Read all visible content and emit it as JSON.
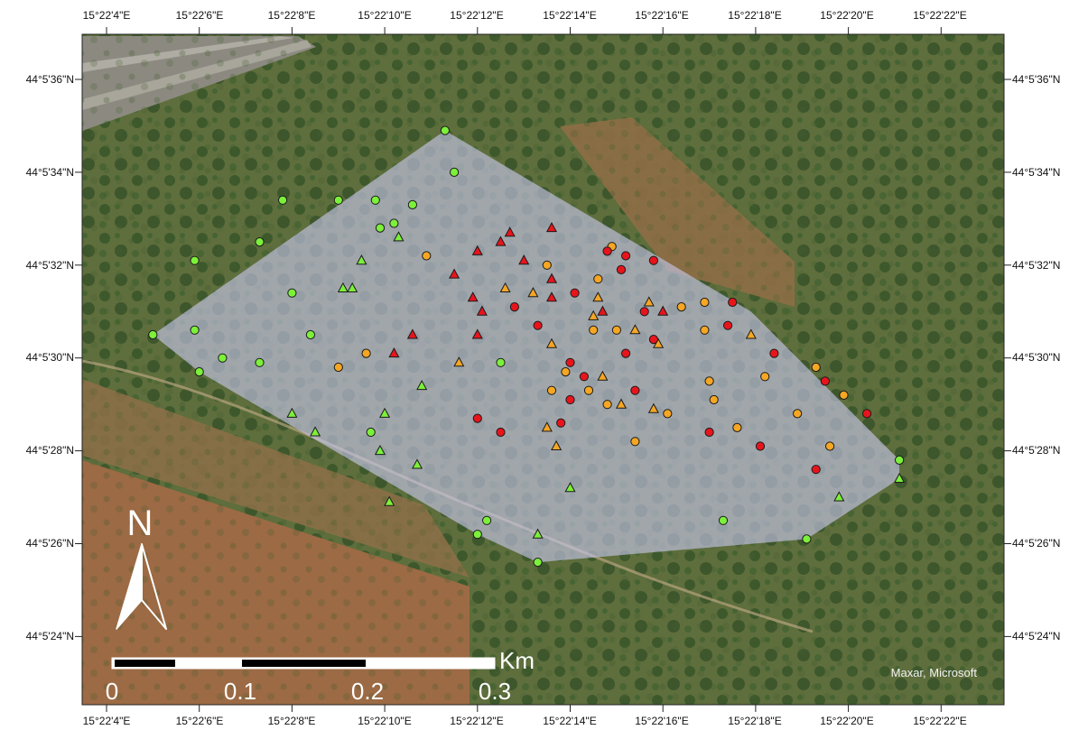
{
  "map": {
    "lon_labels": [
      "15°22'4\"E",
      "15°22'6\"E",
      "15°22'8\"E",
      "15°22'10\"E",
      "15°22'12\"E",
      "15°22'14\"E",
      "15°22'16\"E",
      "15°22'18\"E",
      "15°22'20\"E",
      "15°22'22\"E"
    ],
    "lat_labels": [
      "44°5'36\"N",
      "44°5'34\"N",
      "44°5'32\"N",
      "44°5'30\"N",
      "44°5'28\"N",
      "44°5'26\"N",
      "44°5'24\"N"
    ],
    "north_letter": "N",
    "scale_unit": "Km",
    "scale_ticks": [
      "0",
      "0.1",
      "0.2",
      "0.3"
    ],
    "credit": "Maxar, Microsoft",
    "colors": {
      "green": "#7cf03a",
      "orange": "#f5a623",
      "red": "#e8141c",
      "polygon": "#c9c8ef",
      "background": "#ffffff"
    },
    "basemap": "satellite imagery"
  },
  "points": [
    {
      "lon_s": 11.3,
      "lat_s": 34.9,
      "shape": "circle",
      "color": "green"
    },
    {
      "lon_s": 11.5,
      "lat_s": 34.0,
      "shape": "circle",
      "color": "green"
    },
    {
      "lon_s": 7.8,
      "lat_s": 33.4,
      "shape": "circle",
      "color": "green"
    },
    {
      "lon_s": 9.0,
      "lat_s": 33.4,
      "shape": "circle",
      "color": "green"
    },
    {
      "lon_s": 9.8,
      "lat_s": 33.4,
      "shape": "circle",
      "color": "green"
    },
    {
      "lon_s": 10.6,
      "lat_s": 33.3,
      "shape": "circle",
      "color": "green"
    },
    {
      "lon_s": 10.2,
      "lat_s": 32.9,
      "shape": "circle",
      "color": "green"
    },
    {
      "lon_s": 9.9,
      "lat_s": 32.8,
      "shape": "circle",
      "color": "green"
    },
    {
      "lon_s": 7.3,
      "lat_s": 32.5,
      "shape": "circle",
      "color": "green"
    },
    {
      "lon_s": 5.9,
      "lat_s": 32.1,
      "shape": "circle",
      "color": "green"
    },
    {
      "lon_s": 8.0,
      "lat_s": 31.4,
      "shape": "circle",
      "color": "green"
    },
    {
      "lon_s": 5.0,
      "lat_s": 30.5,
      "shape": "circle",
      "color": "green"
    },
    {
      "lon_s": 5.9,
      "lat_s": 30.6,
      "shape": "circle",
      "color": "green"
    },
    {
      "lon_s": 8.4,
      "lat_s": 30.5,
      "shape": "circle",
      "color": "green"
    },
    {
      "lon_s": 6.5,
      "lat_s": 30.0,
      "shape": "circle",
      "color": "green"
    },
    {
      "lon_s": 7.3,
      "lat_s": 29.9,
      "shape": "circle",
      "color": "green"
    },
    {
      "lon_s": 6.0,
      "lat_s": 29.7,
      "shape": "circle",
      "color": "green"
    },
    {
      "lon_s": 12.5,
      "lat_s": 29.9,
      "shape": "circle",
      "color": "green"
    },
    {
      "lon_s": 9.7,
      "lat_s": 28.4,
      "shape": "circle",
      "color": "green"
    },
    {
      "lon_s": 12.2,
      "lat_s": 26.5,
      "shape": "circle",
      "color": "green"
    },
    {
      "lon_s": 12.0,
      "lat_s": 26.2,
      "shape": "circle",
      "color": "green"
    },
    {
      "lon_s": 13.3,
      "lat_s": 25.6,
      "shape": "circle",
      "color": "green"
    },
    {
      "lon_s": 17.3,
      "lat_s": 26.5,
      "shape": "circle",
      "color": "green"
    },
    {
      "lon_s": 19.1,
      "lat_s": 26.1,
      "shape": "circle",
      "color": "green"
    },
    {
      "lon_s": 21.1,
      "lat_s": 27.8,
      "shape": "circle",
      "color": "green"
    },
    {
      "lon_s": 9.5,
      "lat_s": 32.1,
      "shape": "triangle",
      "color": "green"
    },
    {
      "lon_s": 10.3,
      "lat_s": 32.6,
      "shape": "triangle",
      "color": "green"
    },
    {
      "lon_s": 9.1,
      "lat_s": 31.5,
      "shape": "triangle",
      "color": "green"
    },
    {
      "lon_s": 9.3,
      "lat_s": 31.5,
      "shape": "triangle",
      "color": "green"
    },
    {
      "lon_s": 10.8,
      "lat_s": 29.4,
      "shape": "triangle",
      "color": "green"
    },
    {
      "lon_s": 8.0,
      "lat_s": 28.8,
      "shape": "triangle",
      "color": "green"
    },
    {
      "lon_s": 8.5,
      "lat_s": 28.4,
      "shape": "triangle",
      "color": "green"
    },
    {
      "lon_s": 10.0,
      "lat_s": 28.8,
      "shape": "triangle",
      "color": "green"
    },
    {
      "lon_s": 9.9,
      "lat_s": 28.0,
      "shape": "triangle",
      "color": "green"
    },
    {
      "lon_s": 10.7,
      "lat_s": 27.7,
      "shape": "triangle",
      "color": "green"
    },
    {
      "lon_s": 10.1,
      "lat_s": 26.9,
      "shape": "triangle",
      "color": "green"
    },
    {
      "lon_s": 13.3,
      "lat_s": 26.2,
      "shape": "triangle",
      "color": "green"
    },
    {
      "lon_s": 14.0,
      "lat_s": 27.2,
      "shape": "triangle",
      "color": "green"
    },
    {
      "lon_s": 19.8,
      "lat_s": 27.0,
      "shape": "triangle",
      "color": "green"
    },
    {
      "lon_s": 21.1,
      "lat_s": 27.4,
      "shape": "triangle",
      "color": "green"
    },
    {
      "lon_s": 10.9,
      "lat_s": 32.2,
      "shape": "circle",
      "color": "orange"
    },
    {
      "lon_s": 13.5,
      "lat_s": 32.0,
      "shape": "circle",
      "color": "orange"
    },
    {
      "lon_s": 14.9,
      "lat_s": 32.4,
      "shape": "circle",
      "color": "orange"
    },
    {
      "lon_s": 14.6,
      "lat_s": 31.7,
      "shape": "circle",
      "color": "orange"
    },
    {
      "lon_s": 16.4,
      "lat_s": 31.1,
      "shape": "circle",
      "color": "orange"
    },
    {
      "lon_s": 16.9,
      "lat_s": 31.2,
      "shape": "circle",
      "color": "orange"
    },
    {
      "lon_s": 14.5,
      "lat_s": 30.6,
      "shape": "circle",
      "color": "orange"
    },
    {
      "lon_s": 15.0,
      "lat_s": 30.6,
      "shape": "circle",
      "color": "orange"
    },
    {
      "lon_s": 16.9,
      "lat_s": 30.6,
      "shape": "circle",
      "color": "orange"
    },
    {
      "lon_s": 9.6,
      "lat_s": 30.1,
      "shape": "circle",
      "color": "orange"
    },
    {
      "lon_s": 9.0,
      "lat_s": 29.8,
      "shape": "circle",
      "color": "orange"
    },
    {
      "lon_s": 13.9,
      "lat_s": 29.7,
      "shape": "circle",
      "color": "orange"
    },
    {
      "lon_s": 13.6,
      "lat_s": 29.3,
      "shape": "circle",
      "color": "orange"
    },
    {
      "lon_s": 14.4,
      "lat_s": 29.3,
      "shape": "circle",
      "color": "orange"
    },
    {
      "lon_s": 17.0,
      "lat_s": 29.5,
      "shape": "circle",
      "color": "orange"
    },
    {
      "lon_s": 18.2,
      "lat_s": 29.6,
      "shape": "circle",
      "color": "orange"
    },
    {
      "lon_s": 19.3,
      "lat_s": 29.8,
      "shape": "circle",
      "color": "orange"
    },
    {
      "lon_s": 19.9,
      "lat_s": 29.2,
      "shape": "circle",
      "color": "orange"
    },
    {
      "lon_s": 14.8,
      "lat_s": 29.0,
      "shape": "circle",
      "color": "orange"
    },
    {
      "lon_s": 16.1,
      "lat_s": 28.8,
      "shape": "circle",
      "color": "orange"
    },
    {
      "lon_s": 17.1,
      "lat_s": 29.1,
      "shape": "circle",
      "color": "orange"
    },
    {
      "lon_s": 18.9,
      "lat_s": 28.8,
      "shape": "circle",
      "color": "orange"
    },
    {
      "lon_s": 17.6,
      "lat_s": 28.5,
      "shape": "circle",
      "color": "orange"
    },
    {
      "lon_s": 15.4,
      "lat_s": 28.2,
      "shape": "circle",
      "color": "orange"
    },
    {
      "lon_s": 19.6,
      "lat_s": 28.1,
      "shape": "circle",
      "color": "orange"
    },
    {
      "lon_s": 12.6,
      "lat_s": 31.5,
      "shape": "triangle",
      "color": "orange"
    },
    {
      "lon_s": 13.2,
      "lat_s": 31.4,
      "shape": "triangle",
      "color": "orange"
    },
    {
      "lon_s": 14.6,
      "lat_s": 31.3,
      "shape": "triangle",
      "color": "orange"
    },
    {
      "lon_s": 14.5,
      "lat_s": 30.9,
      "shape": "triangle",
      "color": "orange"
    },
    {
      "lon_s": 15.7,
      "lat_s": 31.2,
      "shape": "triangle",
      "color": "orange"
    },
    {
      "lon_s": 15.4,
      "lat_s": 30.6,
      "shape": "triangle",
      "color": "orange"
    },
    {
      "lon_s": 15.9,
      "lat_s": 30.3,
      "shape": "triangle",
      "color": "orange"
    },
    {
      "lon_s": 17.9,
      "lat_s": 30.5,
      "shape": "triangle",
      "color": "orange"
    },
    {
      "lon_s": 13.6,
      "lat_s": 30.3,
      "shape": "triangle",
      "color": "orange"
    },
    {
      "lon_s": 11.6,
      "lat_s": 29.9,
      "shape": "triangle",
      "color": "orange"
    },
    {
      "lon_s": 14.7,
      "lat_s": 29.6,
      "shape": "triangle",
      "color": "orange"
    },
    {
      "lon_s": 15.1,
      "lat_s": 29.0,
      "shape": "triangle",
      "color": "orange"
    },
    {
      "lon_s": 15.8,
      "lat_s": 28.9,
      "shape": "triangle",
      "color": "orange"
    },
    {
      "lon_s": 13.5,
      "lat_s": 28.5,
      "shape": "triangle",
      "color": "orange"
    },
    {
      "lon_s": 13.7,
      "lat_s": 28.1,
      "shape": "triangle",
      "color": "orange"
    },
    {
      "lon_s": 14.8,
      "lat_s": 32.3,
      "shape": "circle",
      "color": "red"
    },
    {
      "lon_s": 15.2,
      "lat_s": 32.2,
      "shape": "circle",
      "color": "red"
    },
    {
      "lon_s": 15.1,
      "lat_s": 31.9,
      "shape": "circle",
      "color": "red"
    },
    {
      "lon_s": 15.8,
      "lat_s": 32.1,
      "shape": "circle",
      "color": "red"
    },
    {
      "lon_s": 14.1,
      "lat_s": 31.4,
      "shape": "circle",
      "color": "red"
    },
    {
      "lon_s": 12.8,
      "lat_s": 31.1,
      "shape": "circle",
      "color": "red"
    },
    {
      "lon_s": 15.6,
      "lat_s": 31.0,
      "shape": "circle",
      "color": "red"
    },
    {
      "lon_s": 17.5,
      "lat_s": 31.2,
      "shape": "circle",
      "color": "red"
    },
    {
      "lon_s": 13.3,
      "lat_s": 30.7,
      "shape": "circle",
      "color": "red"
    },
    {
      "lon_s": 17.4,
      "lat_s": 30.7,
      "shape": "circle",
      "color": "red"
    },
    {
      "lon_s": 15.8,
      "lat_s": 30.4,
      "shape": "circle",
      "color": "red"
    },
    {
      "lon_s": 15.2,
      "lat_s": 30.1,
      "shape": "circle",
      "color": "red"
    },
    {
      "lon_s": 18.4,
      "lat_s": 30.1,
      "shape": "circle",
      "color": "red"
    },
    {
      "lon_s": 14.0,
      "lat_s": 29.9,
      "shape": "circle",
      "color": "red"
    },
    {
      "lon_s": 14.3,
      "lat_s": 29.6,
      "shape": "circle",
      "color": "red"
    },
    {
      "lon_s": 19.5,
      "lat_s": 29.5,
      "shape": "circle",
      "color": "red"
    },
    {
      "lon_s": 14.0,
      "lat_s": 29.1,
      "shape": "circle",
      "color": "red"
    },
    {
      "lon_s": 15.4,
      "lat_s": 29.3,
      "shape": "circle",
      "color": "red"
    },
    {
      "lon_s": 20.4,
      "lat_s": 28.8,
      "shape": "circle",
      "color": "red"
    },
    {
      "lon_s": 12.0,
      "lat_s": 28.7,
      "shape": "circle",
      "color": "red"
    },
    {
      "lon_s": 13.8,
      "lat_s": 28.6,
      "shape": "circle",
      "color": "red"
    },
    {
      "lon_s": 12.5,
      "lat_s": 28.4,
      "shape": "circle",
      "color": "red"
    },
    {
      "lon_s": 17.0,
      "lat_s": 28.4,
      "shape": "circle",
      "color": "red"
    },
    {
      "lon_s": 18.1,
      "lat_s": 28.1,
      "shape": "circle",
      "color": "red"
    },
    {
      "lon_s": 19.3,
      "lat_s": 27.6,
      "shape": "circle",
      "color": "red"
    },
    {
      "lon_s": 12.7,
      "lat_s": 32.7,
      "shape": "triangle",
      "color": "red"
    },
    {
      "lon_s": 13.6,
      "lat_s": 32.8,
      "shape": "triangle",
      "color": "red"
    },
    {
      "lon_s": 12.5,
      "lat_s": 32.5,
      "shape": "triangle",
      "color": "red"
    },
    {
      "lon_s": 12.0,
      "lat_s": 32.3,
      "shape": "triangle",
      "color": "red"
    },
    {
      "lon_s": 13.0,
      "lat_s": 32.1,
      "shape": "triangle",
      "color": "red"
    },
    {
      "lon_s": 11.5,
      "lat_s": 31.8,
      "shape": "triangle",
      "color": "red"
    },
    {
      "lon_s": 13.6,
      "lat_s": 31.7,
      "shape": "triangle",
      "color": "red"
    },
    {
      "lon_s": 11.9,
      "lat_s": 31.3,
      "shape": "triangle",
      "color": "red"
    },
    {
      "lon_s": 13.6,
      "lat_s": 31.3,
      "shape": "triangle",
      "color": "red"
    },
    {
      "lon_s": 12.1,
      "lat_s": 31.0,
      "shape": "triangle",
      "color": "red"
    },
    {
      "lon_s": 14.7,
      "lat_s": 31.0,
      "shape": "triangle",
      "color": "red"
    },
    {
      "lon_s": 16.0,
      "lat_s": 31.0,
      "shape": "triangle",
      "color": "red"
    },
    {
      "lon_s": 10.6,
      "lat_s": 30.5,
      "shape": "triangle",
      "color": "red"
    },
    {
      "lon_s": 12.0,
      "lat_s": 30.5,
      "shape": "triangle",
      "color": "red"
    },
    {
      "lon_s": 10.2,
      "lat_s": 30.1,
      "shape": "triangle",
      "color": "red"
    }
  ],
  "study_area_polygon": [
    [
      11.3,
      34.9
    ],
    [
      5.0,
      30.5
    ],
    [
      6.0,
      29.7
    ],
    [
      12.0,
      26.2
    ],
    [
      13.3,
      25.6
    ],
    [
      19.1,
      26.1
    ],
    [
      21.1,
      27.4
    ],
    [
      21.1,
      27.8
    ],
    [
      17.9,
      31.0
    ]
  ]
}
